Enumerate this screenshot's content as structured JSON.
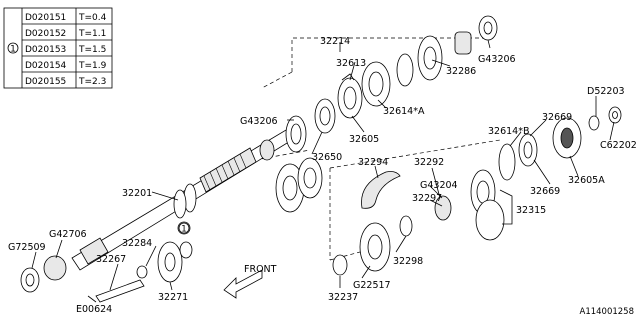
{
  "shim_table": {
    "callout": "1",
    "rows": [
      {
        "part": "D020151",
        "thickness": "T=0.4"
      },
      {
        "part": "D020152",
        "thickness": "T=1.1"
      },
      {
        "part": "D020153",
        "thickness": "T=1.5"
      },
      {
        "part": "D020154",
        "thickness": "T=1.9"
      },
      {
        "part": "D020155",
        "thickness": "T=2.3"
      }
    ]
  },
  "labels": {
    "p32214": "32214",
    "p32613": "32613",
    "p32286": "32286",
    "p43206_top": "G43206",
    "p32614a": "32614*A",
    "p32605": "32605",
    "p43206_left": "G43206",
    "p32650": "32650",
    "p52203": "D52203",
    "p32669_top": "32669",
    "p32614b": "32614*B",
    "p62202": "C62202",
    "p32669_bottom": "32669",
    "p32605a": "32605A",
    "p32294": "32294",
    "p32292": "32292",
    "p43204": "G43204",
    "p32297": "32297",
    "p32315": "32315",
    "p32201": "32201",
    "p42706": "G42706",
    "p72509": "G72509",
    "p32284": "32284",
    "p32267": "32267",
    "p32298": "32298",
    "p22517": "G22517",
    "p32237": "32237",
    "p32271": "32271",
    "p00624": "E00624",
    "front": "FRONT",
    "callout_mark": "1",
    "figure_id": "A114001258"
  }
}
